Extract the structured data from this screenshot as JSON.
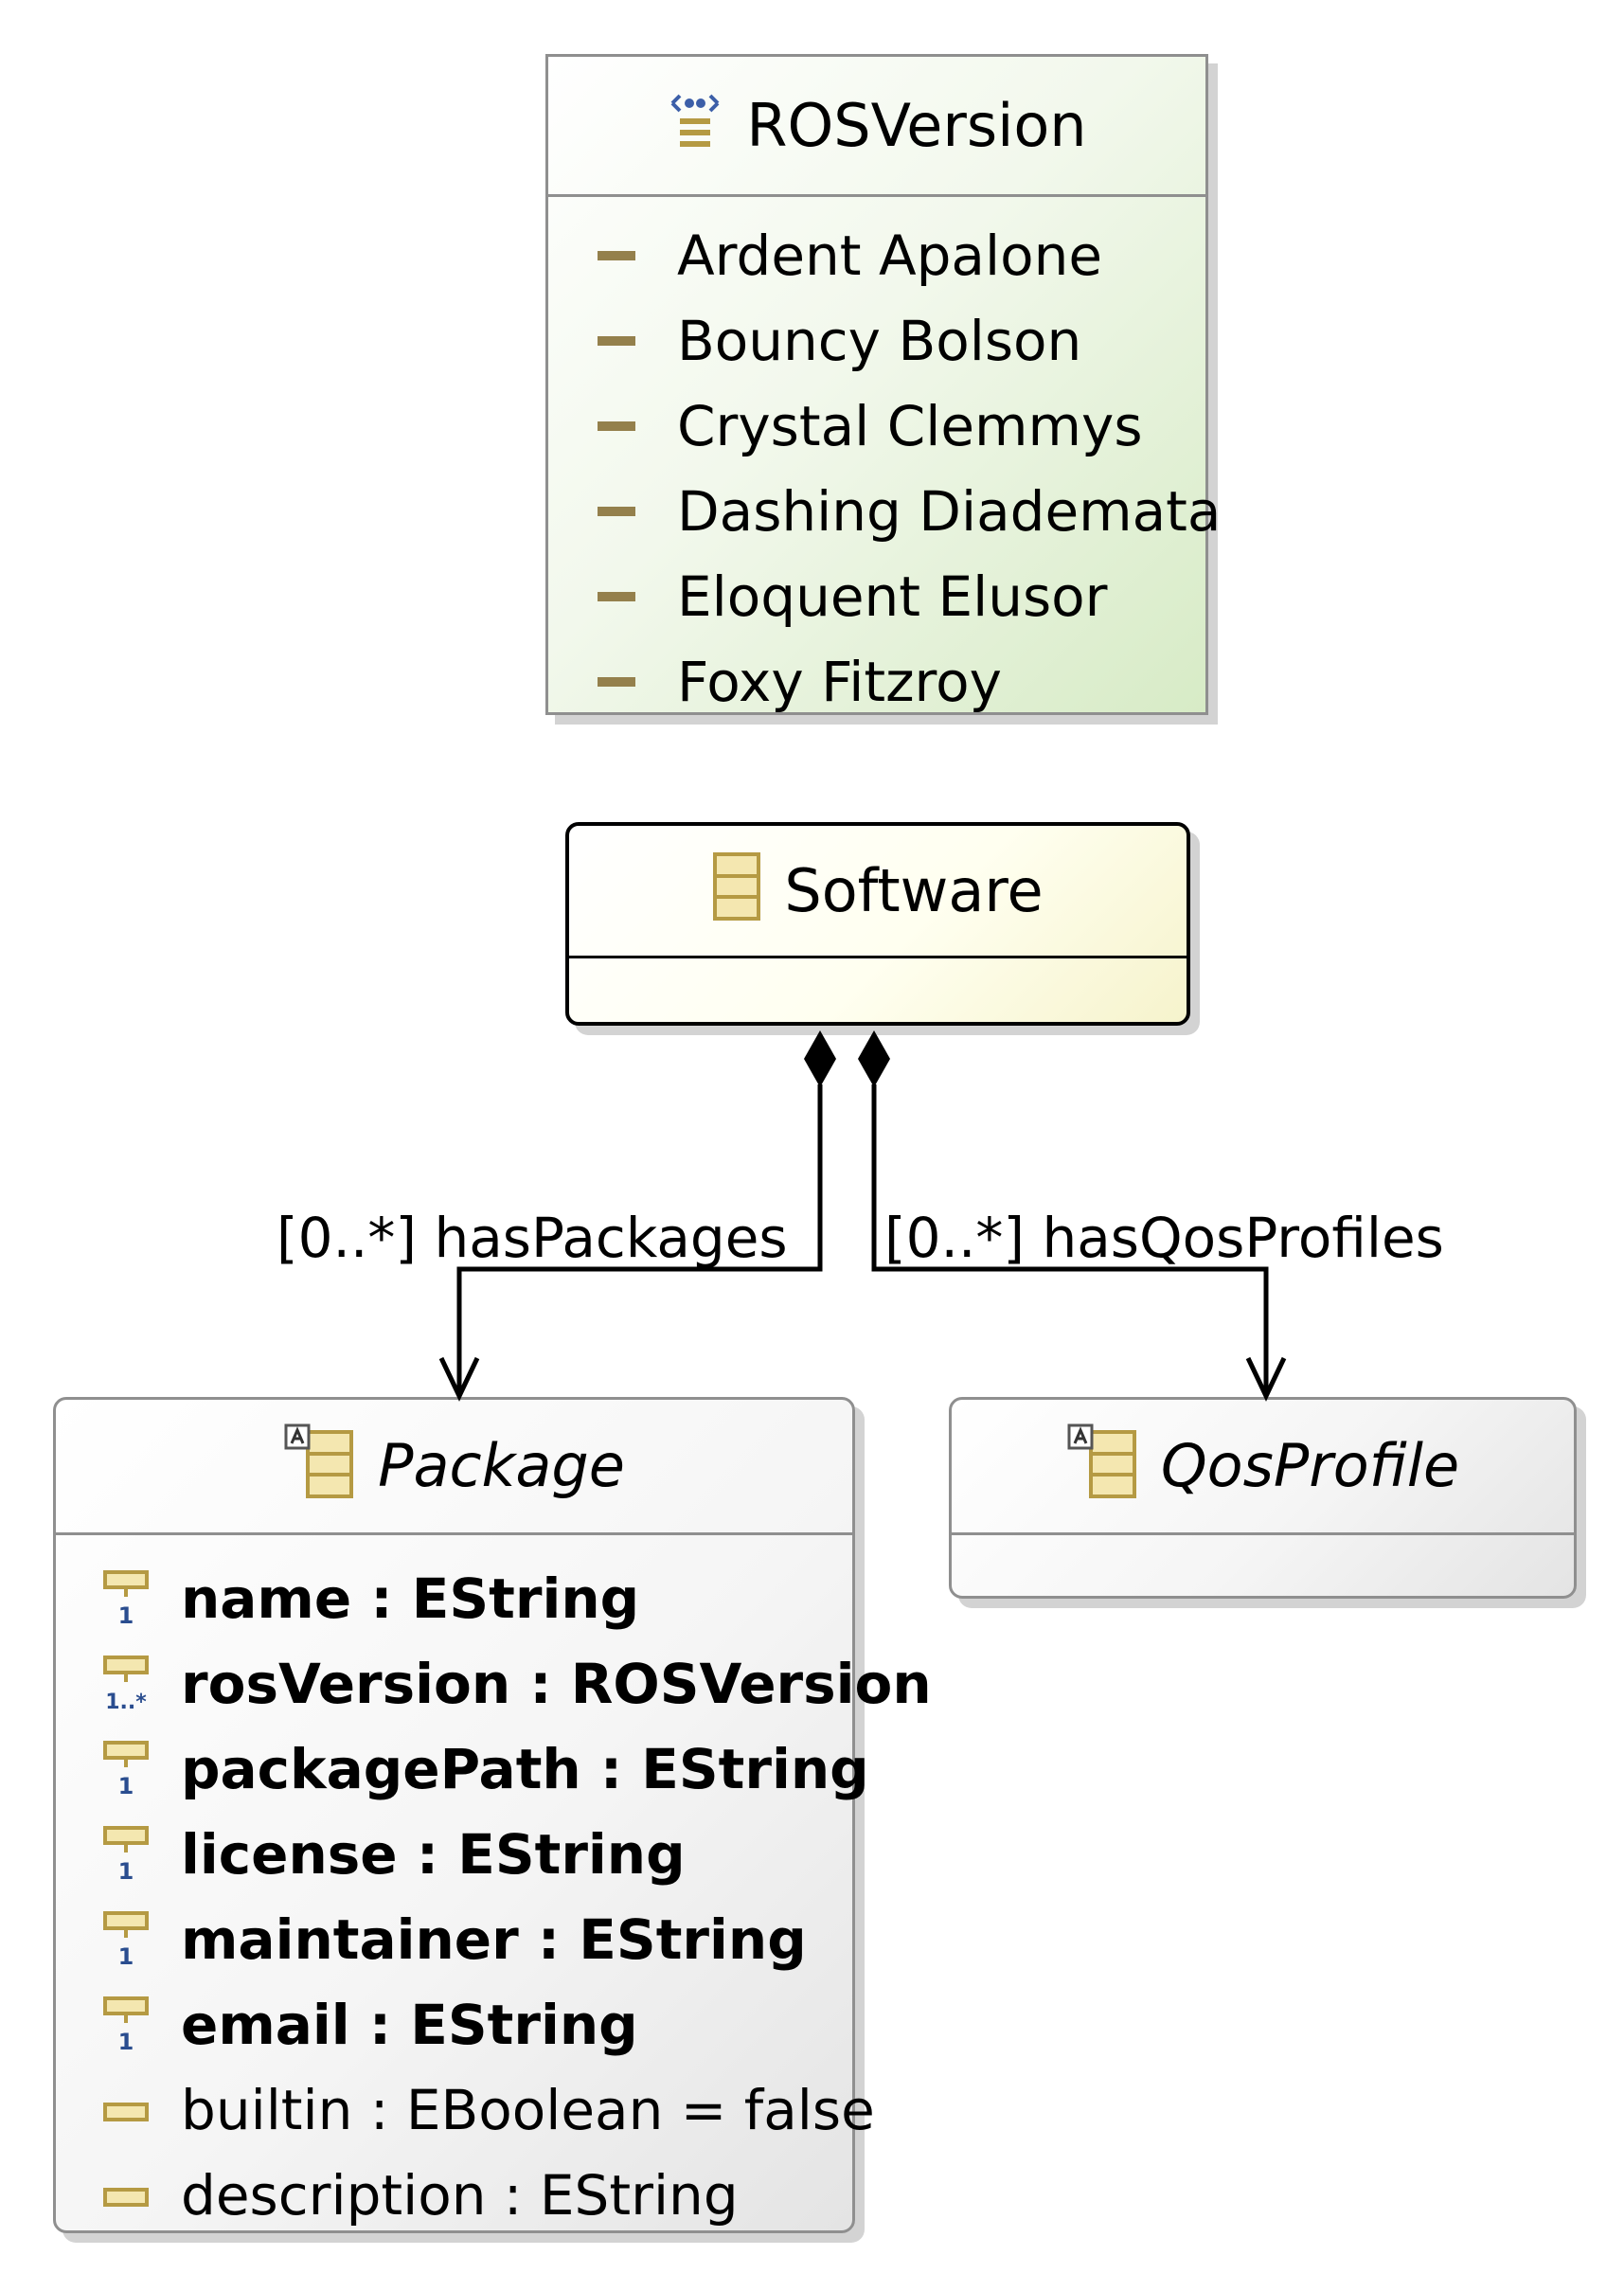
{
  "enum": {
    "name": "ROSVersion",
    "literals": [
      "Ardent Apalone",
      "Bouncy Bolson",
      "Crystal Clemmys",
      "Dashing Diademata",
      "Eloquent Elusor",
      "Foxy Fitzroy"
    ]
  },
  "software": {
    "name": "Software"
  },
  "package": {
    "name": "Package",
    "attributes": [
      {
        "name": "name",
        "type": "EString",
        "text": "name : EString",
        "multiplicity": "1",
        "bold": true
      },
      {
        "name": "rosVersion",
        "type": "ROSVersion",
        "text": "rosVersion : ROSVersion",
        "multiplicity": "1..*",
        "bold": true
      },
      {
        "name": "packagePath",
        "type": "EString",
        "text": "packagePath : EString",
        "multiplicity": "1",
        "bold": true
      },
      {
        "name": "license",
        "type": "EString",
        "text": "license : EString",
        "multiplicity": "1",
        "bold": true
      },
      {
        "name": "maintainer",
        "type": "EString",
        "text": "maintainer : EString",
        "multiplicity": "1",
        "bold": true
      },
      {
        "name": "email",
        "type": "EString",
        "text": "email : EString",
        "multiplicity": "1",
        "bold": true
      },
      {
        "name": "builtin",
        "type": "EBoolean",
        "text": "builtin : EBoolean = false",
        "multiplicity": "",
        "bold": false
      },
      {
        "name": "description",
        "type": "EString",
        "text": "description : EString",
        "multiplicity": "",
        "bold": false
      }
    ]
  },
  "qos": {
    "name": "QosProfile"
  },
  "references": [
    {
      "label": "[0..*] hasPackages",
      "kind": "composition"
    },
    {
      "label": "[0..*] hasQosProfiles",
      "kind": "composition"
    }
  ],
  "icons": {
    "enum": "enum-icon",
    "class": "class-icon",
    "abstract_class": "abstract-class-icon",
    "attribute": "attribute-icon",
    "literal": "literal-icon"
  },
  "colors": {
    "enum_fill": "#d7ebc6",
    "class_fill": "#f6f3cc",
    "abstract_fill": "#e4e4e4",
    "literal_dash": "#94804c",
    "icon_fill": "#f4e7b0",
    "icon_stroke": "#b59a43",
    "multiplicity": "#2a4d8f"
  }
}
